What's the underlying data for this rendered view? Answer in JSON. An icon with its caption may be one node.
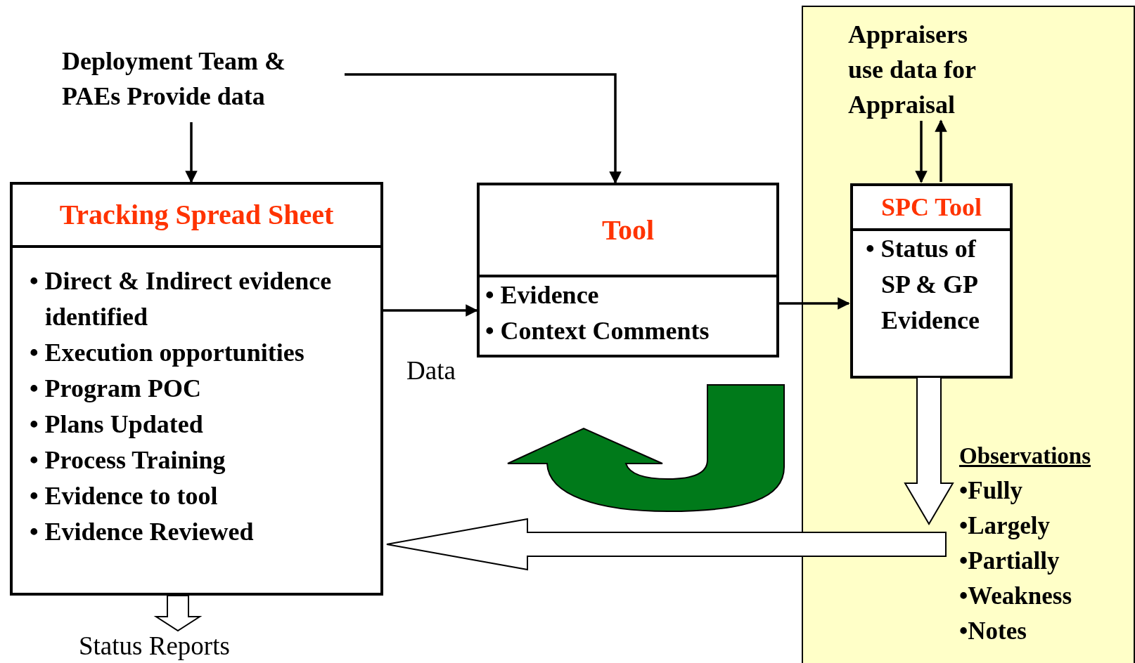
{
  "diagram": {
    "nodes": [
      {
        "text": [
          "Deployment Team & PAEs Provide data"
        ]
      },
      {
        "text": [
          "Tracking Spread Sheet",
          "• Direct & Indirect evidence identified",
          "• Execution opportunities",
          "• Program POC",
          "• Plans Updated",
          "• Process Training",
          "• Evidence to tool",
          "• Evidence Reviewed"
        ]
      },
      {
        "text": [
          "Tool",
          "• Evidence",
          "• Context Comments"
        ]
      },
      {
        "text": [],
        "shape": "box"
      },
      {
        "text": [
          "Appraisers use data for Appraisal"
        ],
        "in": 3
      },
      {
        "text": [
          "SPC Tool",
          "• Status of SP & GP Evidence"
        ],
        "in": 3
      },
      {
        "text": [
          "Observations",
          "•Fully",
          "•Largely",
          "•Partially",
          "•Weakness",
          "•Notes"
        ],
        "in": 3
      },
      {
        "text": [
          "Status Reports"
        ]
      }
    ],
    "edges": [
      {
        "from": 0,
        "to": 1,
        "arrow": "to"
      },
      {
        "from": 0,
        "to": 2,
        "arrow": "to"
      },
      {
        "from": 1,
        "to": 2,
        "arrow": "to",
        "label": "Data"
      },
      {
        "from": 2,
        "to": 5,
        "arrow": "to"
      },
      {
        "from": 4,
        "to": 5,
        "arrow": "to"
      },
      {
        "from": 5,
        "to": 4,
        "arrow": "to"
      },
      {
        "from": 5,
        "to": 6,
        "arrow": "to",
        "style": "thick"
      },
      {
        "from": 6,
        "to": 1,
        "arrow": "to",
        "style": "thick"
      },
      {
        "from": 1,
        "to": 7,
        "arrow": "to",
        "style": "thick"
      }
    ]
  }
}
